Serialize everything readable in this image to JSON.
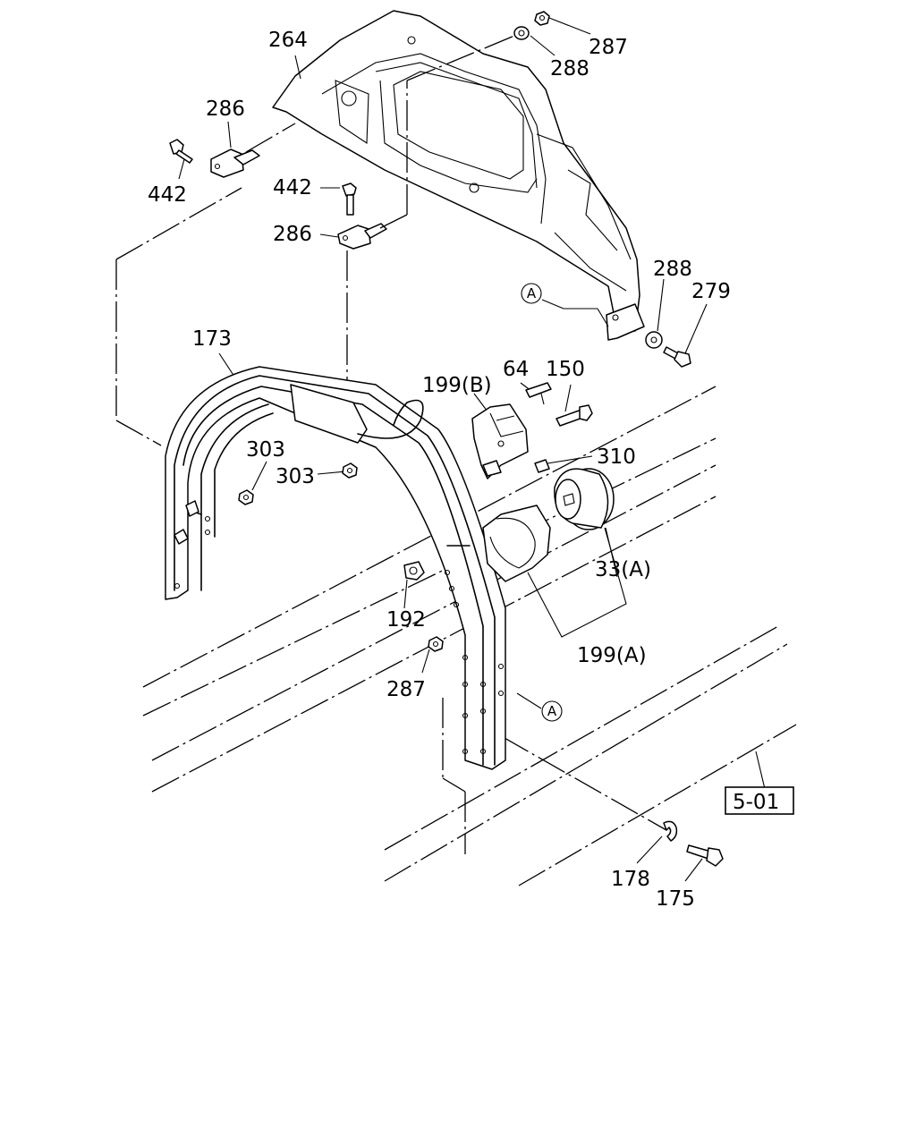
{
  "callouts": {
    "c264": "264",
    "c287_top": "287",
    "c288_top": "288",
    "c286_left": "286",
    "c442_left": "442",
    "c442_mid": "442",
    "c286_mid": "286",
    "c288_right": "288",
    "c279": "279",
    "c173": "173",
    "c199b": "199(B)",
    "c64": "64",
    "c150": "150",
    "c303_a": "303",
    "c303_b": "303",
    "c310": "310",
    "c33a": "33(A)",
    "c192": "192",
    "c199a": "199(A)",
    "c287_bottom": "287",
    "c178": "178",
    "c175": "175"
  },
  "markers": {
    "a_top": "A",
    "a_bottom": "A"
  },
  "reference": {
    "page": "5-01"
  }
}
